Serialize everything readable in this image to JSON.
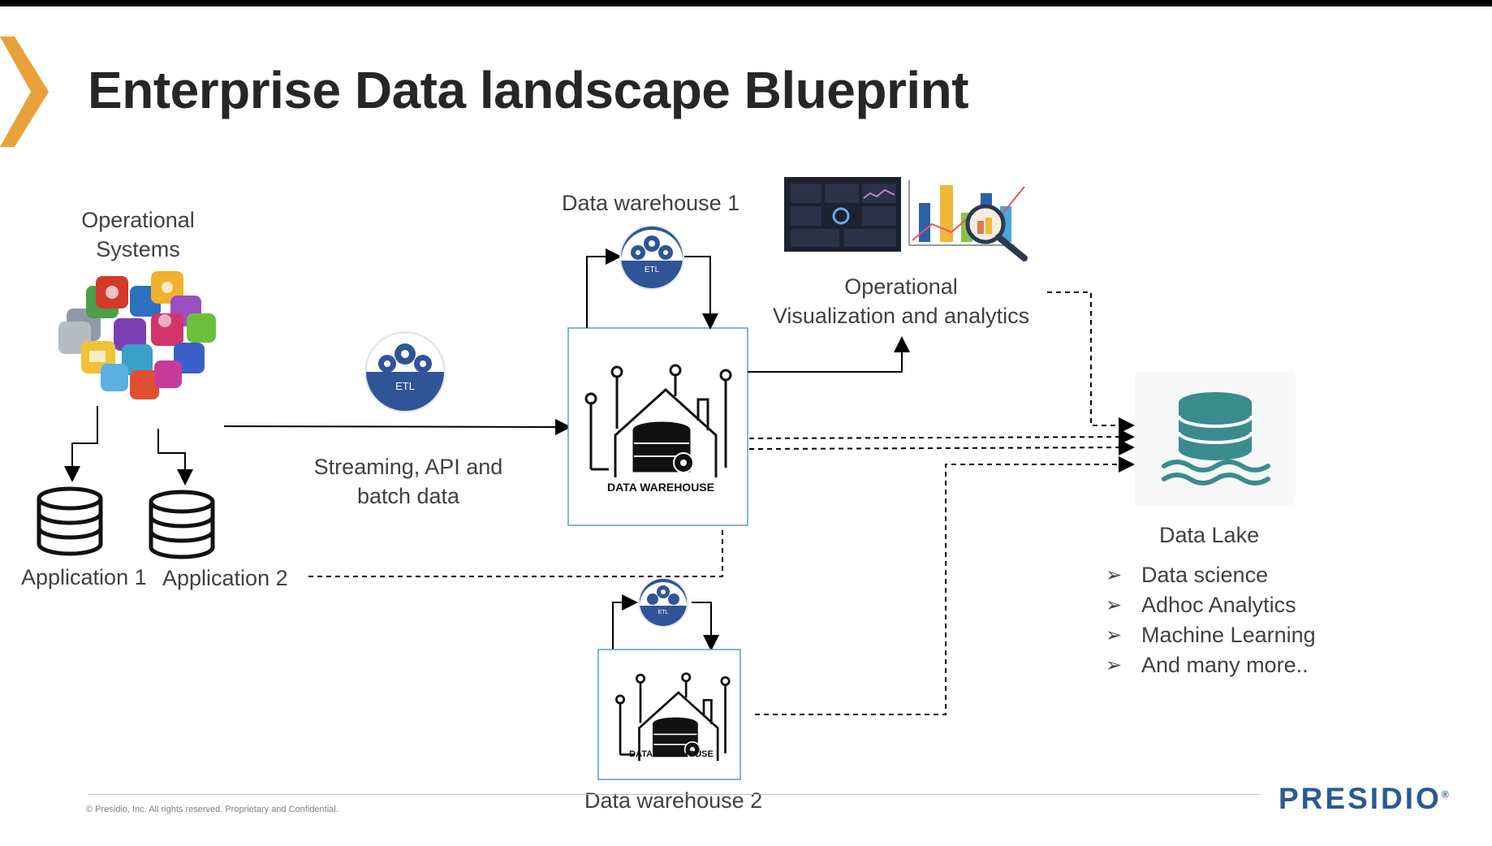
{
  "slide": {
    "title": "Enterprise Data landscape Blueprint",
    "accent_color": "#e9a23b",
    "brand_color": "#2a5a93"
  },
  "labels": {
    "operational_systems_line1": "Operational",
    "operational_systems_line2": "Systems",
    "application_1": "Application 1",
    "application_2": "Application 2",
    "streaming_line1": "Streaming, API and",
    "streaming_line2": "batch data",
    "data_warehouse_1": "Data warehouse 1",
    "data_warehouse_2": "Data warehouse 2",
    "viz_line1": "Operational",
    "viz_line2": "Visualization and analytics",
    "data_lake": "Data Lake",
    "etl": "ETL",
    "dw_icon_text": "DATA WAREHOUSE"
  },
  "data_lake_uses": [
    "Data science",
    "Adhoc Analytics",
    "Machine Learning",
    "And many more.."
  ],
  "footer": {
    "copyright": "© Presidio, Inc. All rights reserved. Proprietary and Confidential.",
    "logo_text": "PRESIDIO",
    "logo_mark": "®"
  },
  "icons": {
    "bullet": "arrow-bullet-icon",
    "etl": "etl-gears-icon",
    "database": "database-icon",
    "data_lake": "data-lake-icon",
    "apps_cluster": "app-icons-cluster",
    "dashboard": "dashboard-thumbnail-icon",
    "analytics": "analytics-chart-magnifier-icon"
  }
}
